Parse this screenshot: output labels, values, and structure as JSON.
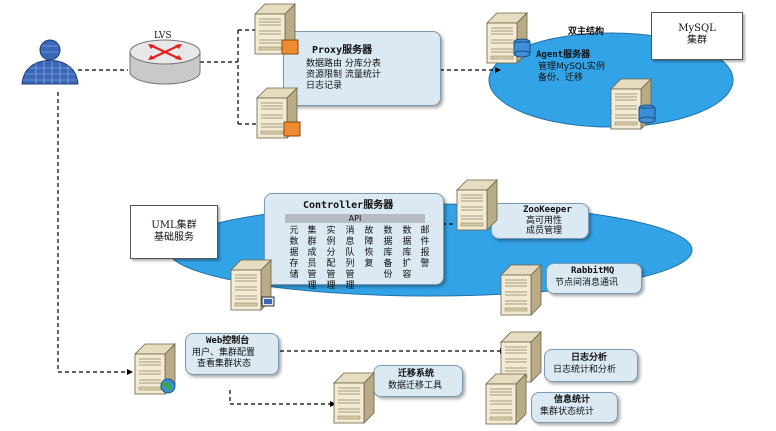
{
  "lvs": {
    "label": "LVS"
  },
  "proxy": {
    "title": "Proxy服务器",
    "line1": "数据路由  分库分表",
    "line2": "资源限制  流量统计",
    "line3": "日志记录"
  },
  "mysql": {
    "group_label_1": "MySQL",
    "group_label_2": "集群",
    "dual_master": "双主结构",
    "agent_title": "Agent服务器",
    "agent_line1": "管理MySQL实例",
    "agent_line2": "备份、迁移"
  },
  "uml": {
    "line1": "UML集群",
    "line2": "基础服务"
  },
  "controller": {
    "title": "Controller服务器",
    "api": "API",
    "columns": [
      "元数据存储",
      "集群成员管理",
      "实例分配管理",
      "消息队列管理",
      "故障恢复",
      "数据库备份",
      "数据库扩容",
      "邮件报警"
    ]
  },
  "zookeeper": {
    "title": "ZooKeeper",
    "line1": "高可用性",
    "line2": "成员管理"
  },
  "rabbitmq": {
    "title": "RabbitMQ",
    "line1": "节点间消息通讯"
  },
  "web": {
    "title": "Web控制台",
    "line1": "用户、集群配置",
    "line2": "查看集群状态"
  },
  "migration": {
    "title": "迁移系统",
    "line1": "数据迁移工具"
  },
  "log": {
    "title": "日志分析",
    "line1": "日志统计和分析"
  },
  "stats": {
    "title": "信息统计",
    "line1": "集群状态统计"
  },
  "colors": {
    "bubble": "#dbe9f3",
    "ellipse": "#33a3e8",
    "server_body": "#f2ead3",
    "orange": "#f08a30"
  }
}
